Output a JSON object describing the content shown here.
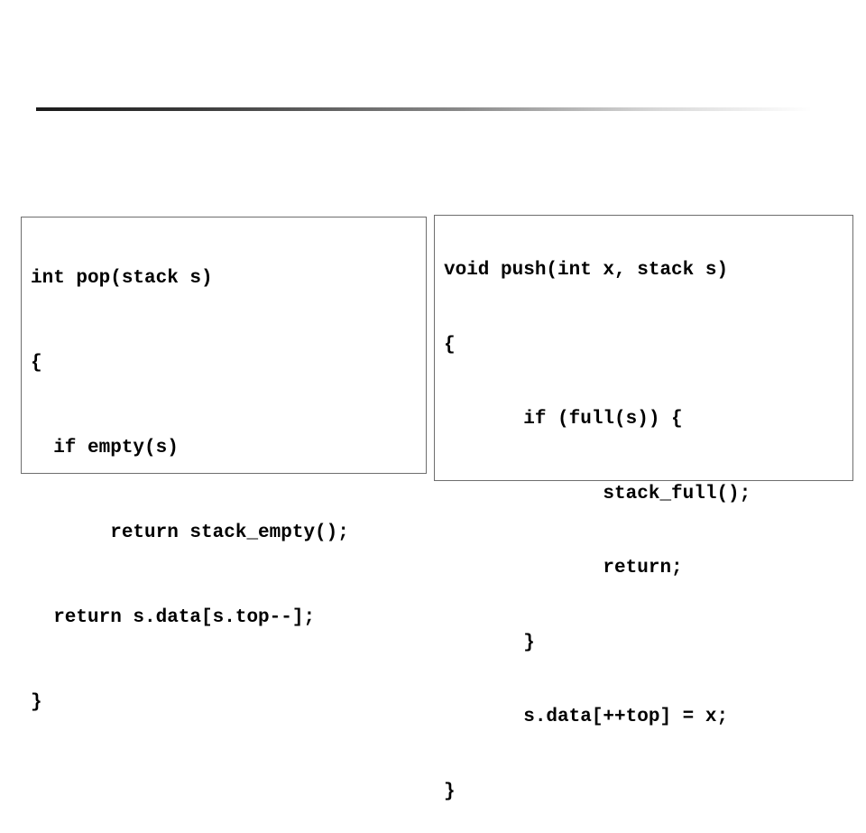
{
  "pop_code": {
    "lines": [
      "int pop(stack s)",
      "{",
      "  if empty(s)",
      "       return stack_empty();",
      "  return s.data[s.top--];",
      "}"
    ]
  },
  "push_code": {
    "lines": [
      "void push(int x, stack s)",
      "{",
      "       if (full(s)) {",
      "              stack_full();",
      "              return;",
      "       }",
      "       s.data[++top] = x;",
      "}"
    ]
  }
}
